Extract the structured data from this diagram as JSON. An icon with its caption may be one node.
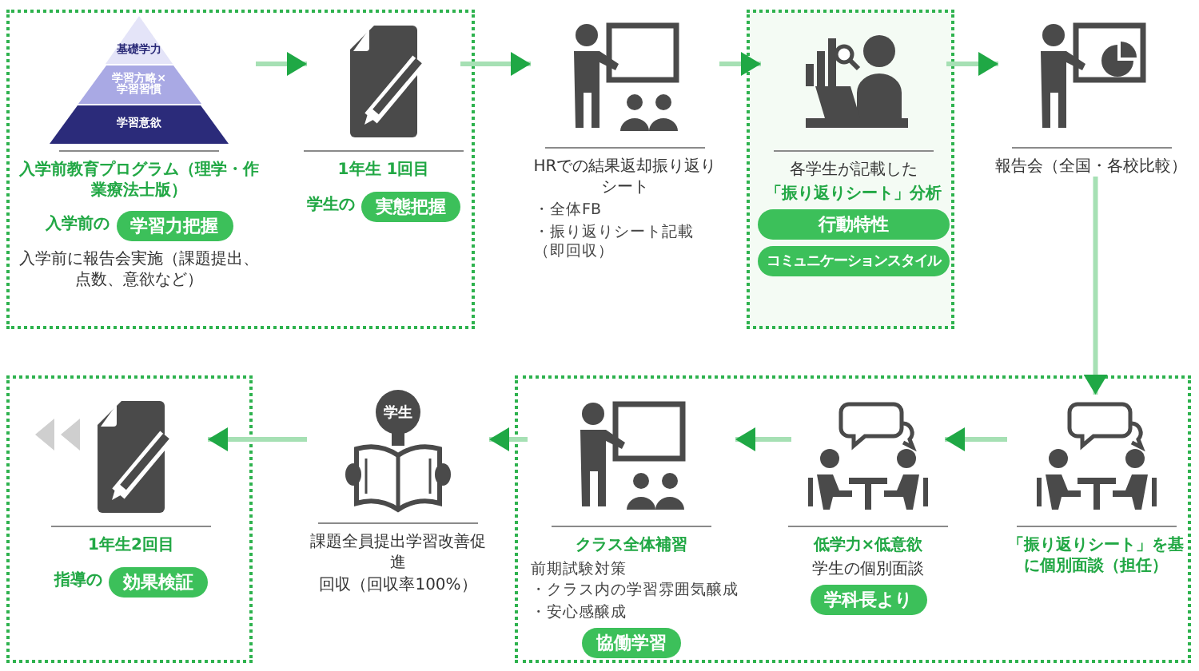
{
  "diagram": {
    "nodes": [
      {
        "text": [],
        "shape": "box"
      },
      {
        "text": [
          "入学前教育プログラム（理学・作業療法士版）",
          "入学前の",
          "入学前に報告会実施（課題提出、点数、意欲など）"
        ],
        "in": 0
      },
      {
        "text": [
          "基礎学力"
        ],
        "in": 1
      },
      {
        "text": [
          "学習方略×学習習慣"
        ],
        "in": 1
      },
      {
        "text": [
          "学習意欲"
        ],
        "in": 1
      },
      {
        "text": [
          "学習力把握"
        ],
        "in": 0
      },
      {
        "text": [
          "1年生 1回目",
          "学生の"
        ],
        "in": 0
      },
      {
        "text": [
          "実態把握"
        ],
        "in": 0
      },
      {
        "text": [
          "HRでの結果返却振り返りシート",
          "・全体FB",
          "・振り返りシート記載（即回収）"
        ]
      },
      {
        "text": [],
        "shape": "box"
      },
      {
        "text": [
          "各学生が記載した",
          "「振り返りシート」分析"
        ],
        "in": 9
      },
      {
        "text": [
          "行動特性"
        ],
        "in": 9
      },
      {
        "text": [
          "コミュニケーションスタイル"
        ],
        "in": 9
      },
      {
        "text": [
          "報告会（全国・各校比較）"
        ]
      },
      {
        "text": [],
        "shape": "box"
      },
      {
        "text": [
          "「振り返りシート」を基に個別面談（担任）"
        ],
        "in": 14
      },
      {
        "text": [
          "低学力×低意欲",
          "学生の個別面談"
        ],
        "in": 14
      },
      {
        "text": [
          "学科長より"
        ],
        "in": 14
      },
      {
        "text": [
          "クラス全体補習",
          "前期試験対策",
          "・クラス内の学習雰囲気醸成",
          "・安心感醸成"
        ],
        "in": 14
      },
      {
        "text": [
          "協働学習"
        ],
        "in": 14
      },
      {
        "text": [
          "課題全員提出学習改善促進",
          "回収（回収率100%）"
        ]
      },
      {
        "text": [],
        "shape": "box"
      },
      {
        "text": [
          "1年生2回目",
          "指導の"
        ],
        "in": 21
      },
      {
        "text": [
          "効果検証"
        ],
        "in": 21
      }
    ],
    "edges": [
      {
        "from": 1,
        "to": 6,
        "arrow": "to"
      },
      {
        "from": 6,
        "to": 8,
        "arrow": "to"
      },
      {
        "from": 8,
        "to": 10,
        "arrow": "to"
      },
      {
        "from": 10,
        "to": 13,
        "arrow": "to"
      },
      {
        "from": 13,
        "to": 15,
        "arrow": "to"
      },
      {
        "from": 15,
        "to": 16,
        "arrow": "to"
      },
      {
        "from": 16,
        "to": 18,
        "arrow": "to"
      },
      {
        "from": 18,
        "to": 20,
        "arrow": "to"
      },
      {
        "from": 20,
        "to": 22,
        "arrow": "to"
      }
    ],
    "labels": [
      "学生"
    ]
  }
}
